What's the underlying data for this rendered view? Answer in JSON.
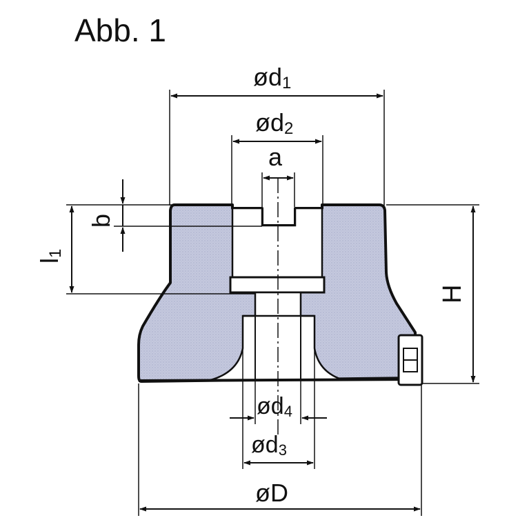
{
  "figure": {
    "title": "Abb. 1"
  },
  "dimensions": {
    "d1": {
      "sym": "ød",
      "sub": "1"
    },
    "d2": {
      "sym": "ød",
      "sub": "2"
    },
    "a": "a",
    "b": "b",
    "l1": {
      "sym": "l",
      "sub": "1"
    },
    "H": "H",
    "d4": {
      "sym": "ød",
      "sub": "4"
    },
    "d3": {
      "sym": "ød",
      "sub": "3"
    },
    "D": "øD"
  },
  "colors": {
    "body_fill": "#c4c8de",
    "outline": "#111111",
    "background": "#ffffff"
  }
}
